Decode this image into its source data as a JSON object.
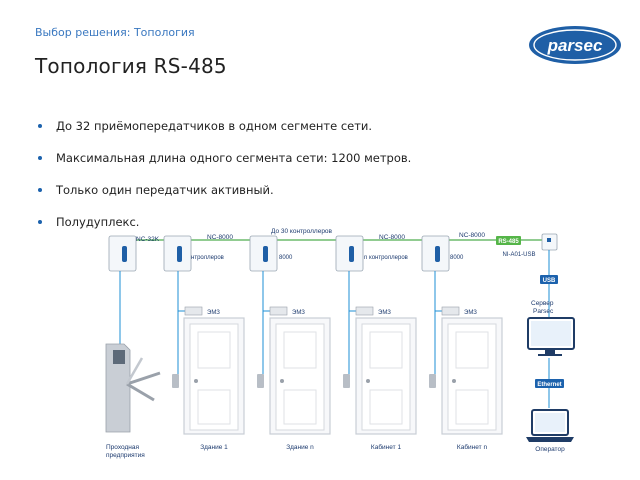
{
  "header": {
    "breadcrumb": "Выбор решения: Топология",
    "title": "Топология RS-485"
  },
  "logo": {
    "text": "parsec",
    "color": "#1f5fa6"
  },
  "bullets": [
    "До 32 приёмопередатчиков в одном сегменте сети.",
    "Максимальная длина одного сегмента сети: 1200 метров.",
    "Только один передатчик активный.",
    "Полудуплекс."
  ],
  "diagram": {
    "bus_labels": [
      "NC-32K",
      "NC-8000",
      "До 30 контроллеров",
      "NC-8000",
      "NC-8000"
    ],
    "controller_group_labels": [
      "n контроллеров",
      "8000",
      "n контроллеров",
      "8000"
    ],
    "converter": {
      "badge": "RS-485",
      "model": "NI-A01-USB"
    },
    "usb": "USB",
    "server": "Сервер\nParsec",
    "ethernet": "Ethernet",
    "lock_label": "ЭМЗ",
    "door_labels": [
      "Здание 1",
      "Здание n",
      "Кабинет 1",
      "Кабинет n"
    ],
    "turnstile_label": "Проходная\nпредприятия",
    "operator_label": "Оператор",
    "colors": {
      "bus": "#4fae4f",
      "link": "#1e8fd6",
      "badge": "#55b548",
      "blue_box": "#1c62ad"
    }
  }
}
